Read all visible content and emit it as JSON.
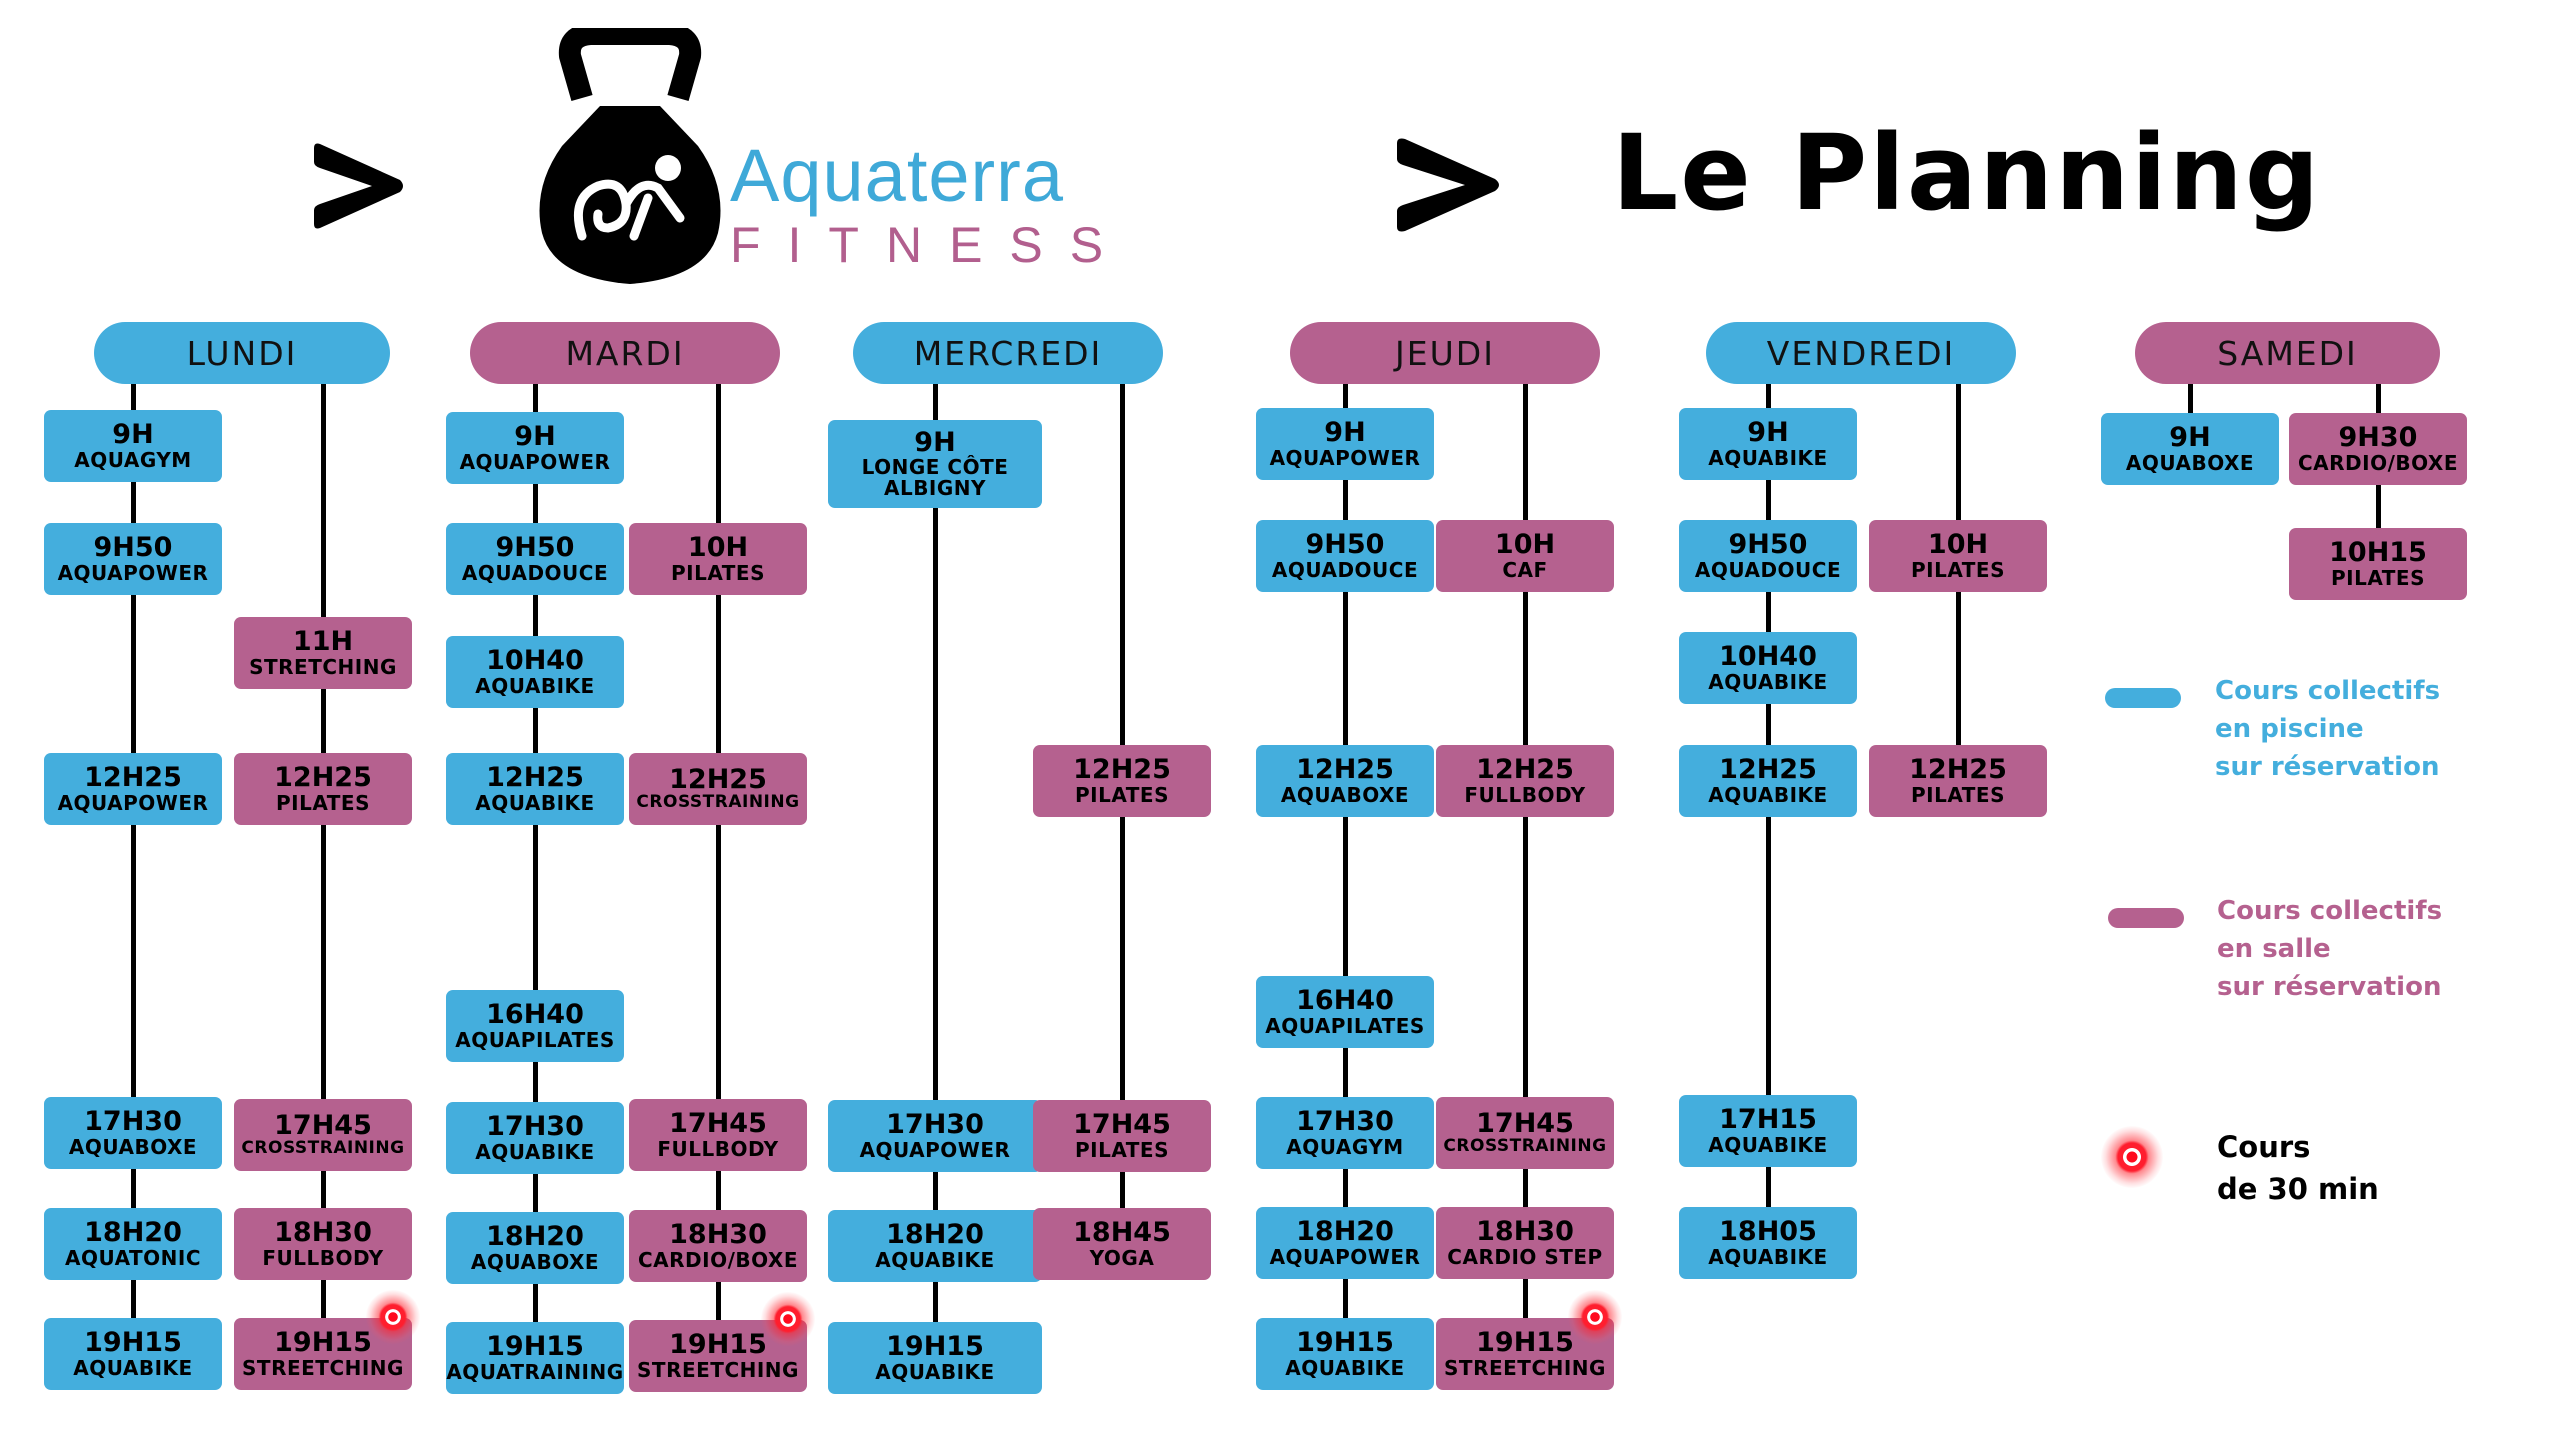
{
  "header": {
    "logo_word": "Aquaterra",
    "logo_sub": "FITNESS",
    "title": "Le Planning"
  },
  "colors": {
    "pool": "#44aedd",
    "room": "#b5618f",
    "dot": "#ff1e2e"
  },
  "days": [
    {
      "name": "LUNDI",
      "color": "blue",
      "columns": [
        [
          {
            "time": "9H",
            "name": "AQUAGYM",
            "color": "blue"
          },
          {
            "time": "9H50",
            "name": "AQUAPOWER",
            "color": "blue"
          },
          {
            "time": "12H25",
            "name": "AQUAPOWER",
            "color": "blue"
          },
          {
            "time": "17H30",
            "name": "AQUABOXE",
            "color": "blue"
          },
          {
            "time": "18H20",
            "name": "AQUATONIC",
            "color": "blue"
          },
          {
            "time": "19H15",
            "name": "AQUABIKE",
            "color": "blue"
          }
        ],
        [
          {
            "time": "11H",
            "name": "STRETCHING",
            "color": "pink"
          },
          {
            "time": "12H25",
            "name": "PILATES",
            "color": "pink"
          },
          {
            "time": "17H45",
            "name": "CROSSTRAINING",
            "color": "pink"
          },
          {
            "time": "18H30",
            "name": "FULLBODY",
            "color": "pink"
          },
          {
            "time": "19H15",
            "name": "STREETCHING",
            "color": "pink",
            "short": true
          }
        ]
      ]
    },
    {
      "name": "MARDI",
      "color": "pink",
      "columns": [
        [
          {
            "time": "9H",
            "name": "AQUAPOWER",
            "color": "blue"
          },
          {
            "time": "9H50",
            "name": "AQUADOUCE",
            "color": "blue"
          },
          {
            "time": "10H40",
            "name": "AQUABIKE",
            "color": "blue"
          },
          {
            "time": "12H25",
            "name": "AQUABIKE",
            "color": "blue"
          },
          {
            "time": "16H40",
            "name": "AQUAPILATES",
            "color": "blue"
          },
          {
            "time": "17H30",
            "name": "AQUABIKE",
            "color": "blue"
          },
          {
            "time": "18H20",
            "name": "AQUABOXE",
            "color": "blue"
          },
          {
            "time": "19H15",
            "name": "AQUATRAINING",
            "color": "blue"
          }
        ],
        [
          {
            "time": "10H",
            "name": "PILATES",
            "color": "pink"
          },
          {
            "time": "12H25",
            "name": "CROSSTRAINING",
            "color": "pink"
          },
          {
            "time": "17H45",
            "name": "FULLBODY",
            "color": "pink"
          },
          {
            "time": "18H30",
            "name": "CARDIO/BOXE",
            "color": "pink"
          },
          {
            "time": "19H15",
            "name": "STREETCHING",
            "color": "pink",
            "short": true
          }
        ]
      ]
    },
    {
      "name": "MERCREDI",
      "color": "blue",
      "columns": [
        [
          {
            "time": "9H",
            "name": "LONGE CÔTE",
            "name2": "ALBIGNY",
            "color": "blue"
          },
          {
            "time": "17H30",
            "name": "AQUAPOWER",
            "color": "blue"
          },
          {
            "time": "18H20",
            "name": "AQUABIKE",
            "color": "blue"
          },
          {
            "time": "19H15",
            "name": "AQUABIKE",
            "color": "blue"
          }
        ],
        [
          {
            "time": "12H25",
            "name": "PILATES",
            "color": "pink"
          },
          {
            "time": "17H45",
            "name": "PILATES",
            "color": "pink"
          },
          {
            "time": "18H45",
            "name": "YOGA",
            "color": "pink"
          }
        ]
      ]
    },
    {
      "name": "JEUDI",
      "color": "pink",
      "columns": [
        [
          {
            "time": "9H",
            "name": "AQUAPOWER",
            "color": "blue"
          },
          {
            "time": "9H50",
            "name": "AQUADOUCE",
            "color": "blue"
          },
          {
            "time": "12H25",
            "name": "AQUABOXE",
            "color": "blue"
          },
          {
            "time": "16H40",
            "name": "AQUAPILATES",
            "color": "blue"
          },
          {
            "time": "17H30",
            "name": "AQUAGYM",
            "color": "blue"
          },
          {
            "time": "18H20",
            "name": "AQUAPOWER",
            "color": "blue"
          },
          {
            "time": "19H15",
            "name": "AQUABIKE",
            "color": "blue"
          }
        ],
        [
          {
            "time": "10H",
            "name": "CAF",
            "color": "pink"
          },
          {
            "time": "12H25",
            "name": "FULLBODY",
            "color": "pink"
          },
          {
            "time": "17H45",
            "name": "CROSSTRAINING",
            "color": "pink"
          },
          {
            "time": "18H30",
            "name": "CARDIO STEP",
            "color": "pink"
          },
          {
            "time": "19H15",
            "name": "STREETCHING",
            "color": "pink",
            "short": true
          }
        ]
      ]
    },
    {
      "name": "VENDREDI",
      "color": "blue",
      "columns": [
        [
          {
            "time": "9H",
            "name": "AQUABIKE",
            "color": "blue"
          },
          {
            "time": "9H50",
            "name": "AQUADOUCE",
            "color": "blue"
          },
          {
            "time": "10H40",
            "name": "AQUABIKE",
            "color": "blue"
          },
          {
            "time": "12H25",
            "name": "AQUABIKE",
            "color": "blue"
          },
          {
            "time": "17H15",
            "name": "AQUABIKE",
            "color": "blue"
          },
          {
            "time": "18H05",
            "name": "AQUABIKE",
            "color": "blue"
          }
        ],
        [
          {
            "time": "10H",
            "name": "PILATES",
            "color": "pink"
          },
          {
            "time": "12H25",
            "name": "PILATES",
            "color": "pink"
          }
        ]
      ]
    },
    {
      "name": "SAMEDI",
      "color": "pink",
      "columns": [
        [
          {
            "time": "9H",
            "name": "AQUABOXE",
            "color": "blue"
          }
        ],
        [
          {
            "time": "9H30",
            "name": "CARDIO/BOXE",
            "color": "pink"
          },
          {
            "time": "10H15",
            "name": "PILATES",
            "color": "pink"
          }
        ]
      ]
    }
  ],
  "legend": {
    "pool": [
      "Cours collectifs",
      "en piscine",
      "sur réservation"
    ],
    "room": [
      "Cours collectifs",
      "en salle",
      "sur réservation"
    ],
    "short": [
      "Cours",
      "de 30 min"
    ]
  }
}
